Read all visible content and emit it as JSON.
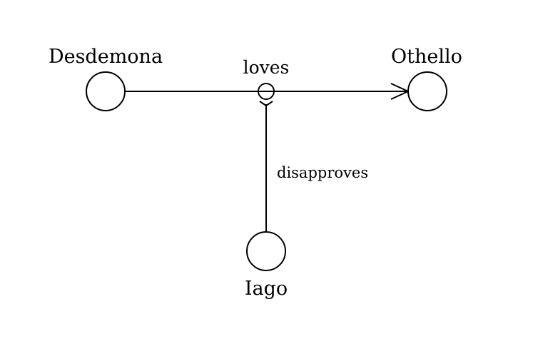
{
  "nodes": {
    "desdemona": {
      "label": "Desdemona"
    },
    "othello": {
      "label": "Othello"
    },
    "iago": {
      "label": "Iago"
    }
  },
  "edges": {
    "loves": {
      "label": "loves"
    },
    "disapproves": {
      "label": "disapproves"
    }
  }
}
